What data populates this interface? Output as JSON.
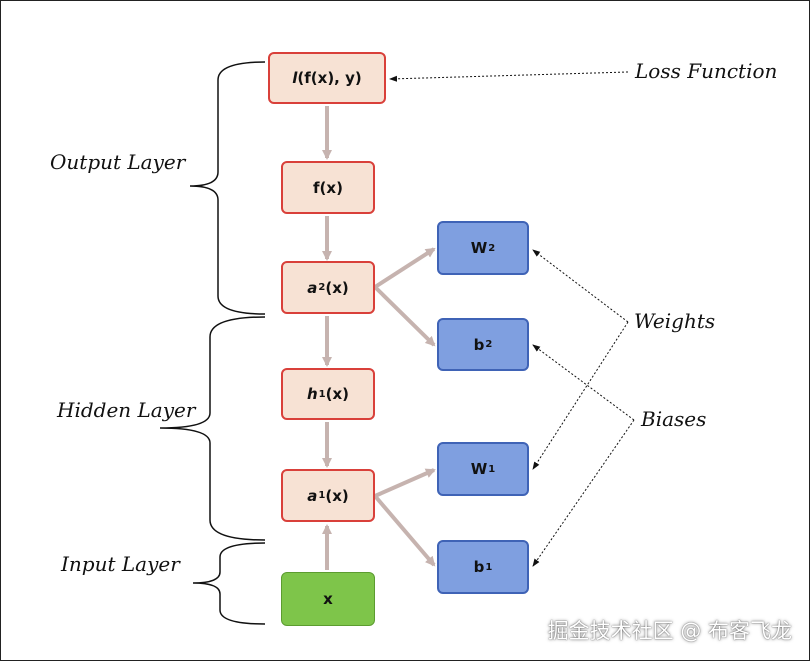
{
  "nodes": {
    "loss": {
      "fn": "l",
      "args": "(f(x), y)"
    },
    "fx": "f(x)",
    "a2": {
      "base": "a",
      "sup": "2",
      "tail": "(x)"
    },
    "h1": {
      "base": "h",
      "sup": "1",
      "tail": "(x)"
    },
    "a1": {
      "base": "a",
      "sup": "1",
      "tail": "(x)"
    },
    "x": "x",
    "W2": {
      "base": "W",
      "sup": "2"
    },
    "b2": {
      "base": "b",
      "sup": "2"
    },
    "W1": {
      "base": "W",
      "sup": "1"
    },
    "b1": {
      "base": "b",
      "sup": "1"
    }
  },
  "labels": {
    "output_layer": "Output Layer",
    "hidden_layer": "Hidden Layer",
    "input_layer": "Input Layer",
    "loss_function": "Loss Function",
    "weights": "Weights",
    "biases": "Biases"
  },
  "colors": {
    "activation_fill": "#f7e2d4",
    "activation_border": "#d9403a",
    "parameter_fill": "#7f9fe0",
    "parameter_border": "#3f63b6",
    "input_fill": "#7ec54a",
    "arrow": "#c6b3af"
  },
  "watermark": "掘金技术社区 @ 布客飞龙"
}
